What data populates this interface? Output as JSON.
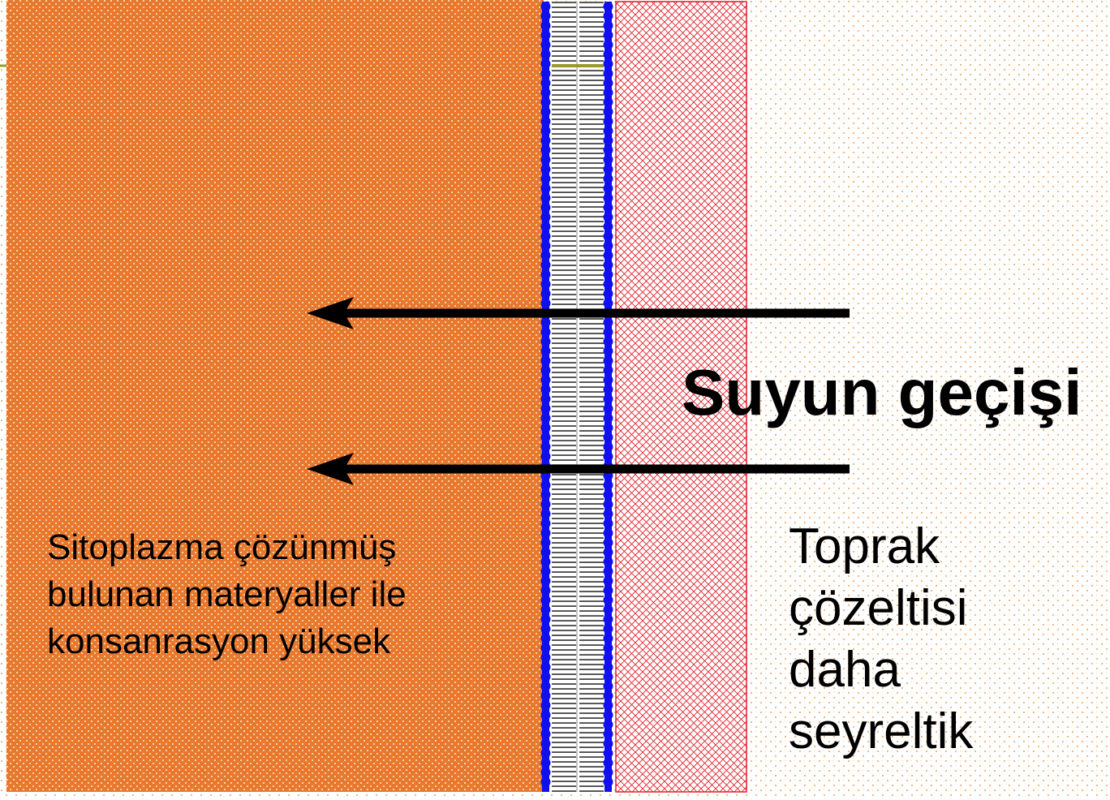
{
  "title": "Suyun geçişi",
  "cytoplasm_label": {
    "lines": [
      "Sitoplazma çözünmüş",
      "bulunan materyaller ile",
      "konsanrasyon yüksek"
    ]
  },
  "soil_label": {
    "lines": [
      "Toprak",
      "çözeltisi",
      "daha",
      "seyreltik"
    ]
  },
  "colors": {
    "cytoplasm_fill": "#e8782e",
    "cytoplasm_dot": "#f6d2a8",
    "soil_dot": "#f0b880",
    "cell_wall": "#e0202a",
    "phospholipid_head": "#1010ee",
    "membrane_core": "#ffffff",
    "arrow": "#000000",
    "marker": "#9a9a2a"
  },
  "icons": [
    "arrow-left-icon",
    "arrow-left-icon"
  ]
}
